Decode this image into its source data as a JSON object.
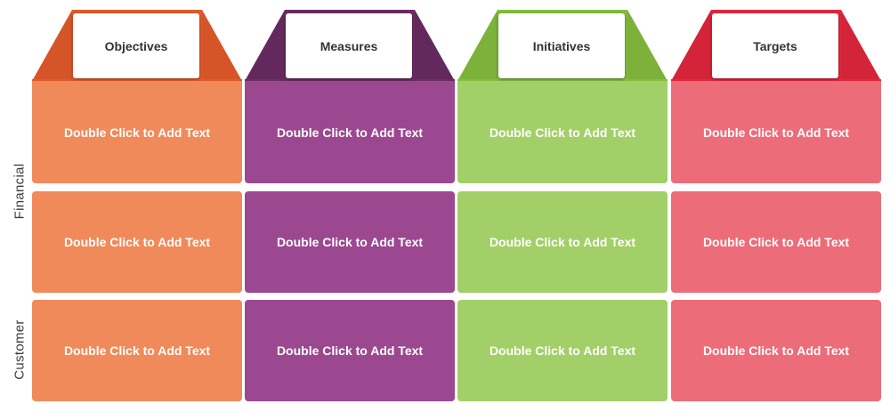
{
  "rows": [
    {
      "label": "Financial"
    },
    {
      "label": "Customer"
    }
  ],
  "columns": [
    {
      "header": "Objectives",
      "color": "#F08A5A",
      "dark": "#E35B2B",
      "cells": [
        "Double Click to Add Text",
        "Double Click to Add Text",
        "Double Click to Add Text"
      ]
    },
    {
      "header": "Measures",
      "color": "#9B4891",
      "dark": "#6B2C62",
      "cells": [
        "Double Click to Add Text",
        "Double Click to Add Text",
        "Double Click to Add Text"
      ]
    },
    {
      "header": "Initiatives",
      "color": "#A3CF68",
      "dark": "#84BE3D",
      "cells": [
        "Double Click to Add Text",
        "Double Click to Add Text",
        "Double Click to Add Text"
      ]
    },
    {
      "header": "Targets",
      "color": "#EC6C79",
      "dark": "#E2273D",
      "cells": [
        "Double Click to Add Text",
        "Double Click to Add Text",
        "Double Click to Add Text"
      ]
    }
  ]
}
